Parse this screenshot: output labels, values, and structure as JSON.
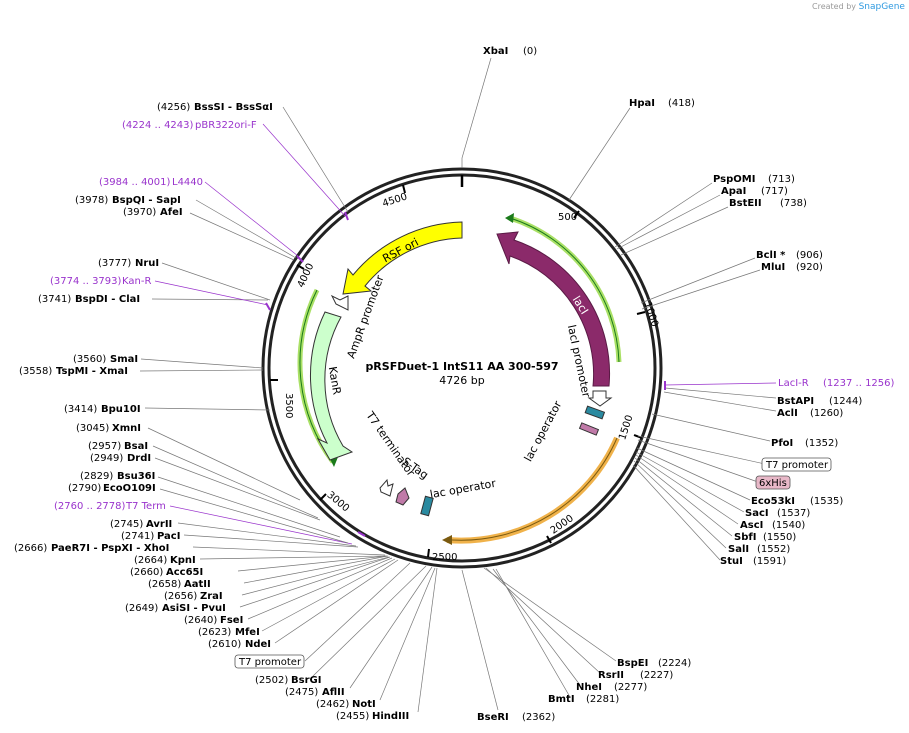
{
  "credit": {
    "prefix": "Created by",
    "brand": "SnapGene"
  },
  "plasmid": {
    "name": "pRSFDuet-1 IntS11 AA 300-597",
    "length_label": "4726 bp",
    "length_bp": 4726
  },
  "ring_ticks": [
    {
      "label": "500"
    },
    {
      "label": "1000"
    },
    {
      "label": "1500"
    },
    {
      "label": "2000"
    },
    {
      "label": "2500"
    },
    {
      "label": "3000"
    },
    {
      "label": "3500"
    },
    {
      "label": "4000"
    },
    {
      "label": "4500"
    }
  ],
  "features": [
    {
      "name": "RSF ori",
      "color": "#ffff00"
    },
    {
      "name": "lacI",
      "color": "#8b2a6a"
    },
    {
      "name": "lacI promoter"
    },
    {
      "name": "lac operator"
    },
    {
      "name": "lac operator"
    },
    {
      "name": "S-Tag",
      "color": "#c07aa8"
    },
    {
      "name": "T7 terminator"
    },
    {
      "name": "KanR",
      "color": "#ccffcc"
    },
    {
      "name": "AmpR promoter"
    }
  ],
  "right_sites": [
    {
      "name": "XbaI",
      "pos": "(0)"
    },
    {
      "name": "HpaI",
      "pos": "(418)"
    },
    {
      "name": "PspOMI",
      "pos": "(713)"
    },
    {
      "name": "ApaI",
      "pos": "(717)"
    },
    {
      "name": "BstEII",
      "pos": "(738)"
    },
    {
      "name": "BclI *",
      "pos": "(906)"
    },
    {
      "name": "MluI",
      "pos": "(920)"
    },
    {
      "name": "LacI-R",
      "pos": "(1237 .. 1256)",
      "primer": true
    },
    {
      "name": "BstAPI",
      "pos": "(1244)"
    },
    {
      "name": "AclI",
      "pos": "(1260)"
    },
    {
      "name": "PfoI",
      "pos": "(1352)"
    },
    {
      "name": "T7 promoter",
      "box": "white"
    },
    {
      "name": "6xHis",
      "box": "pink"
    },
    {
      "name": "Eco53kI",
      "pos": "(1535)"
    },
    {
      "name": "SacI",
      "pos": "(1537)"
    },
    {
      "name": "AscI",
      "pos": "(1540)"
    },
    {
      "name": "SbfI",
      "pos": "(1550)"
    },
    {
      "name": "SalI",
      "pos": "(1552)"
    },
    {
      "name": "StuI",
      "pos": "(1591)"
    },
    {
      "name": "BspEI",
      "pos": "(2224)"
    },
    {
      "name": "RsrII",
      "pos": "(2227)"
    },
    {
      "name": "NheI",
      "pos": "(2277)"
    },
    {
      "name": "BmtI",
      "pos": "(2281)"
    },
    {
      "name": "BseRI",
      "pos": "(2362)"
    }
  ],
  "left_sites": [
    {
      "name": "HindIII",
      "pos": "(2455)"
    },
    {
      "name": "NotI",
      "pos": "(2462)"
    },
    {
      "name": "AflII",
      "pos": "(2475)"
    },
    {
      "name": "BsrGI",
      "pos": "(2502)"
    },
    {
      "name": "T7 promoter",
      "box": "white"
    },
    {
      "name": "NdeI",
      "pos": "(2610)"
    },
    {
      "name": "MfeI",
      "pos": "(2623)"
    },
    {
      "name": "FseI",
      "pos": "(2640)"
    },
    {
      "name": "AsiSI - PvuI",
      "pos": "(2649)"
    },
    {
      "name": "ZraI",
      "pos": "(2656)"
    },
    {
      "name": "AatII",
      "pos": "(2658)"
    },
    {
      "name": "Acc65I",
      "pos": "(2660)"
    },
    {
      "name": "KpnI",
      "pos": "(2664)"
    },
    {
      "name": "PaeR7I - PspXI - XhoI",
      "pos": "(2666)"
    },
    {
      "name": "PacI",
      "pos": "(2741)"
    },
    {
      "name": "AvrII",
      "pos": "(2745)"
    },
    {
      "name": "T7 Term",
      "pos": "(2760 .. 2778)",
      "primer": true
    },
    {
      "name": "EcoO109I",
      "pos": "(2790)"
    },
    {
      "name": "Bsu36I",
      "pos": "(2829)"
    },
    {
      "name": "DrdI",
      "pos": "(2949)"
    },
    {
      "name": "BsaI",
      "pos": "(2957)"
    },
    {
      "name": "XmnI",
      "pos": "(3045)"
    },
    {
      "name": "Bpu10I",
      "pos": "(3414)"
    },
    {
      "name": "TspMI - XmaI",
      "pos": "(3558)"
    },
    {
      "name": "SmaI",
      "pos": "(3560)"
    },
    {
      "name": "BspDI - ClaI",
      "pos": "(3741)"
    },
    {
      "name": "Kan-R",
      "pos": "(3774 .. 3793)",
      "primer": true
    },
    {
      "name": "NruI",
      "pos": "(3777)"
    },
    {
      "name": "AfeI",
      "pos": "(3970)"
    },
    {
      "name": "BspQI - SapI",
      "pos": "(3978)"
    },
    {
      "name": "L4440",
      "pos": "(3984 .. 4001)",
      "primer": true
    },
    {
      "name": "pBR322ori-F",
      "pos": "(4224 .. 4243)",
      "primer": true
    },
    {
      "name": "BssSI - BssSαI",
      "pos": "(4256)"
    }
  ],
  "colors": {
    "primer": "#9933cc",
    "ring": "#222222",
    "orf_highlight": "#aae066",
    "lacI_fill": "#8b2a6a",
    "rsf_fill": "#ffff00",
    "kanr_fill": "#ccffcc",
    "orange_arc": "#f0b24a"
  }
}
